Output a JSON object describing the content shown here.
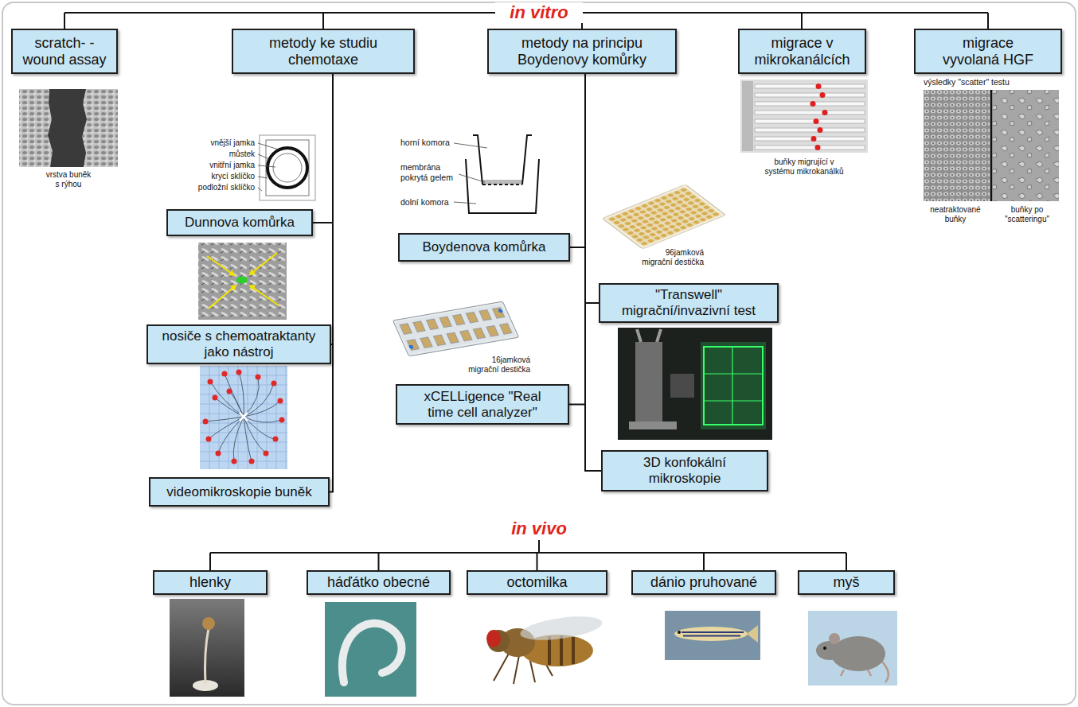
{
  "diagram": {
    "nodes": [
      {
        "text": [
          "scratch- -wound assay"
        ]
      },
      {
        "text": [
          "metody ke studiu chemotaxe"
        ]
      },
      {
        "text": [
          "metody na principu Boydenovy komůrky"
        ]
      },
      {
        "text": [
          "migrace v mikrokanálcích"
        ]
      },
      {
        "text": [
          "migrace vyvolaná HGF"
        ]
      },
      {
        "text": [
          "Dunnova komůrka"
        ]
      },
      {
        "text": [
          "nosiče s chemoatraktanty jako nástroj"
        ]
      },
      {
        "text": [
          "videomikroskopie buněk"
        ]
      },
      {
        "text": [
          "Boydenova komůrka"
        ]
      },
      {
        "text": [
          "\"Transwell\" migrační/invazivní test"
        ]
      },
      {
        "text": [
          "xCELLigence \"Real time cell analyzer\""
        ]
      },
      {
        "text": [
          "3D konfokální mikroskopie"
        ]
      },
      {
        "text": [
          "hlenky"
        ]
      },
      {
        "text": [
          "háďátko obecné"
        ]
      },
      {
        "text": [
          "octomilka"
        ]
      },
      {
        "text": [
          "dánio pruhované"
        ]
      },
      {
        "text": [
          "myš"
        ]
      }
    ],
    "edges": [
      {
        "from": 1,
        "to": 5,
        "arrow": "none"
      },
      {
        "from": 1,
        "to": 6,
        "arrow": "none"
      },
      {
        "from": 1,
        "to": 7,
        "arrow": "none"
      },
      {
        "from": 2,
        "to": 8,
        "arrow": "none"
      },
      {
        "from": 2,
        "to": 9,
        "arrow": "none"
      },
      {
        "from": 2,
        "to": 10,
        "arrow": "none"
      },
      {
        "from": 2,
        "to": 11,
        "arrow": "none"
      }
    ],
    "labels": [
      "in vitro",
      "vrstva buněk s rýhou",
      "vnější jamka",
      "můstek",
      "vnitřní jamka",
      "krycí sklíčko",
      "podložní sklíčko",
      "horní komora",
      "membrána pokrytá gelem",
      "dolní komora",
      "96jamková migrační destička",
      "16jamková migrační destička",
      "buňky migrující v systému mikrokanálků",
      "výsledky \"scatter\" testu",
      "neatraktované buňky",
      "buňky po \"scatteringu\"",
      "in vivo"
    ]
  }
}
